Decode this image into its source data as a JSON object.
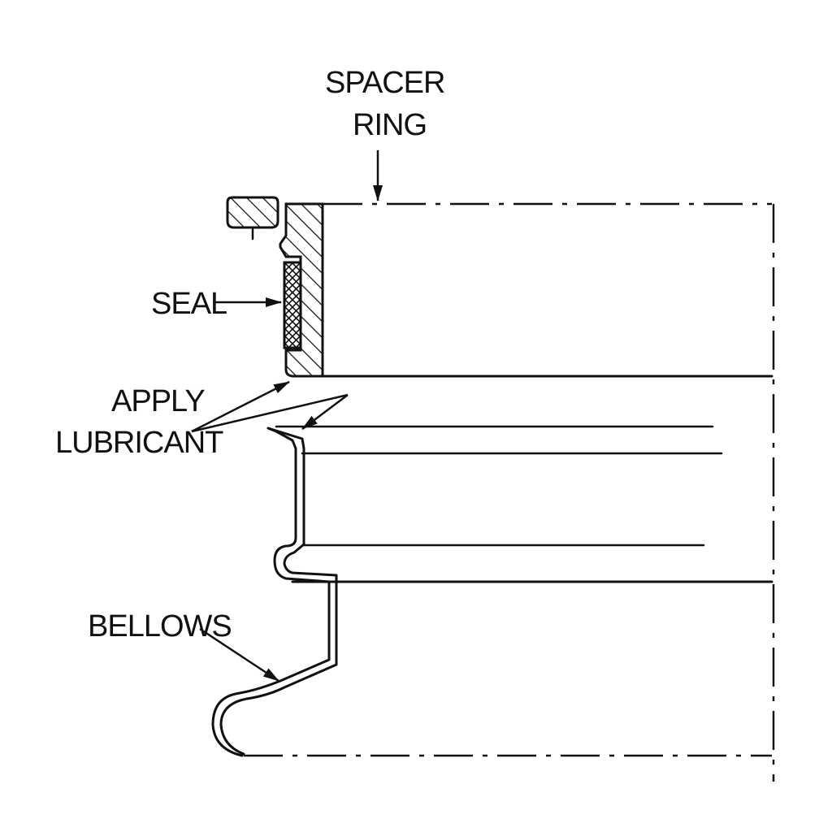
{
  "labels": {
    "spacer_ring_line1": "SPACER",
    "spacer_ring_line2": "RING",
    "seal": "SEAL",
    "apply_lubricant_line1": "APPLY",
    "apply_lubricant_line2": "LUBRICANT",
    "bellows": "BELLOWS"
  },
  "colors": {
    "ink": "#111111",
    "background": "#ffffff"
  }
}
